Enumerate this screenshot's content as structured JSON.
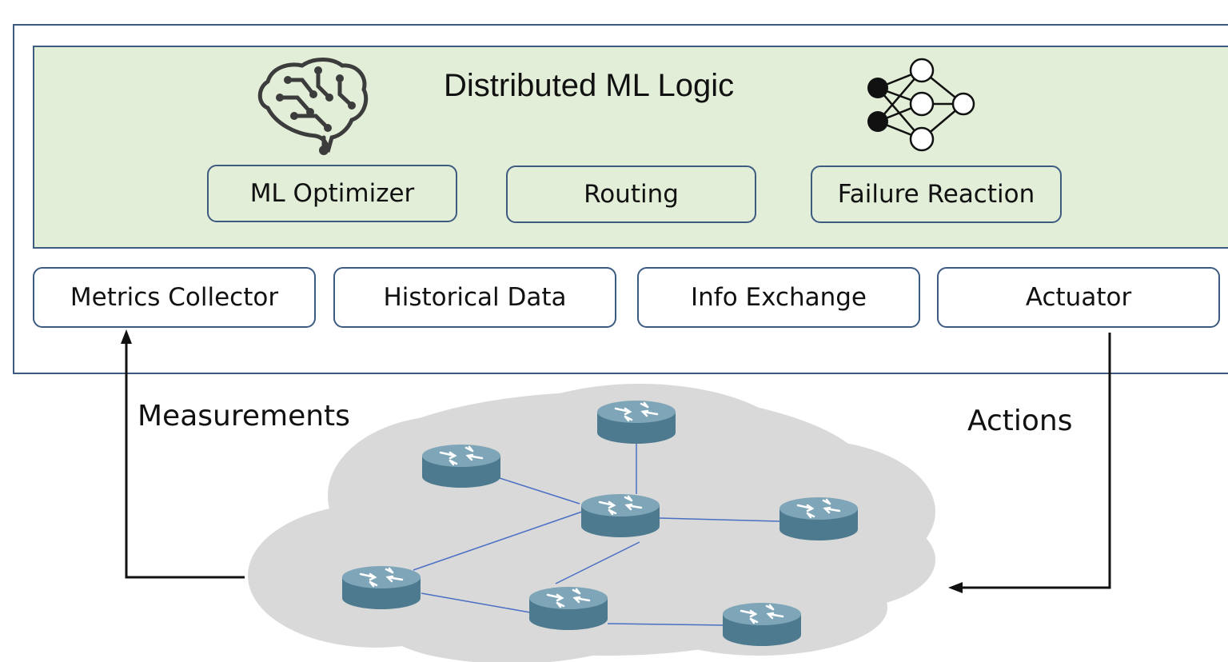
{
  "logic": {
    "title": "Distributed ML Logic",
    "modules": [
      "ML Optimizer",
      "Routing",
      "Failure Reaction"
    ]
  },
  "services": [
    "Metrics Collector",
    "Historical Data",
    "Info Exchange",
    "Actuator"
  ],
  "arrows": {
    "left_label": "Measurements",
    "right_label": "Actions"
  },
  "icons": {
    "brain": "brain-circuit-icon",
    "neural_network": "neural-network-icon",
    "router": "router-icon",
    "cloud": "network-cloud"
  },
  "colors": {
    "frame": "#3d5a80",
    "logic_fill": "#e2eed8",
    "cloud": "#d9d9d9",
    "router": "#5c8aa0",
    "link": "#4a6fc4"
  }
}
